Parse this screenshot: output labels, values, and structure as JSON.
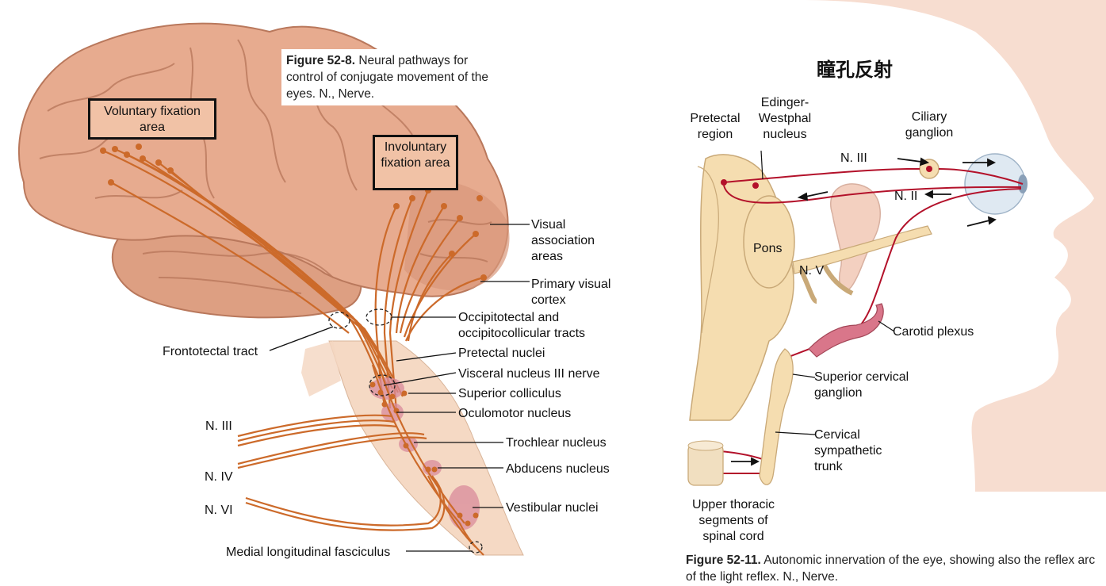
{
  "left_figure": {
    "caption_number": "Figure 52-8.",
    "caption_text": "Neural pathways for control of conjugate movement of the eyes. N., Nerve.",
    "boxes": {
      "voluntary": "Voluntary fixation area",
      "involuntary": "Involuntary fixation area"
    },
    "labels": {
      "visual_association": "Visual association areas",
      "primary_visual": "Primary visual cortex",
      "occipitotectal": "Occipitotectal and occipitocollicular tracts",
      "frontotectal": "Frontotectal tract",
      "pretectal_nuclei": "Pretectal nuclei",
      "visceral_nucleus": "Visceral nucleus III nerve",
      "superior_colliculus": "Superior colliculus",
      "oculomotor_nucleus": "Oculomotor nucleus",
      "trochlear_nucleus": "Trochlear nucleus",
      "abducens_nucleus": "Abducens nucleus",
      "vestibular_nuclei": "Vestibular nuclei",
      "mlf": "Medial longitudinal fasciculus",
      "n3": "N. III",
      "n4": "N. IV",
      "n6": "N. VI"
    }
  },
  "right_figure": {
    "title": "瞳孔反射",
    "caption_number": "Figure 52-11.",
    "caption_text": "Autonomic innervation of the eye, showing also the reflex arc of the light reflex. N., Nerve.",
    "labels": {
      "pretectal_region": "Pretectal region",
      "edinger_westphal": "Edinger-Westphal nucleus",
      "ciliary_ganglion": "Ciliary ganglion",
      "n3": "N. III",
      "n2": "N. II",
      "pons": "Pons",
      "n5": "N. V",
      "carotid_plexus": "Carotid plexus",
      "superior_cervical": "Superior cervical ganglion",
      "cervical_trunk": "Cervical sympathetic trunk",
      "upper_thoracic": "Upper thoracic segments of spinal cord"
    }
  },
  "colors": {
    "brain": "#e7ab8f",
    "brain_dark": "#b9785c",
    "nerve": "#cc6a2a",
    "skin": "#f7ddd0",
    "red_nerve": "#b3112a",
    "cord": "#f5ddb0"
  }
}
